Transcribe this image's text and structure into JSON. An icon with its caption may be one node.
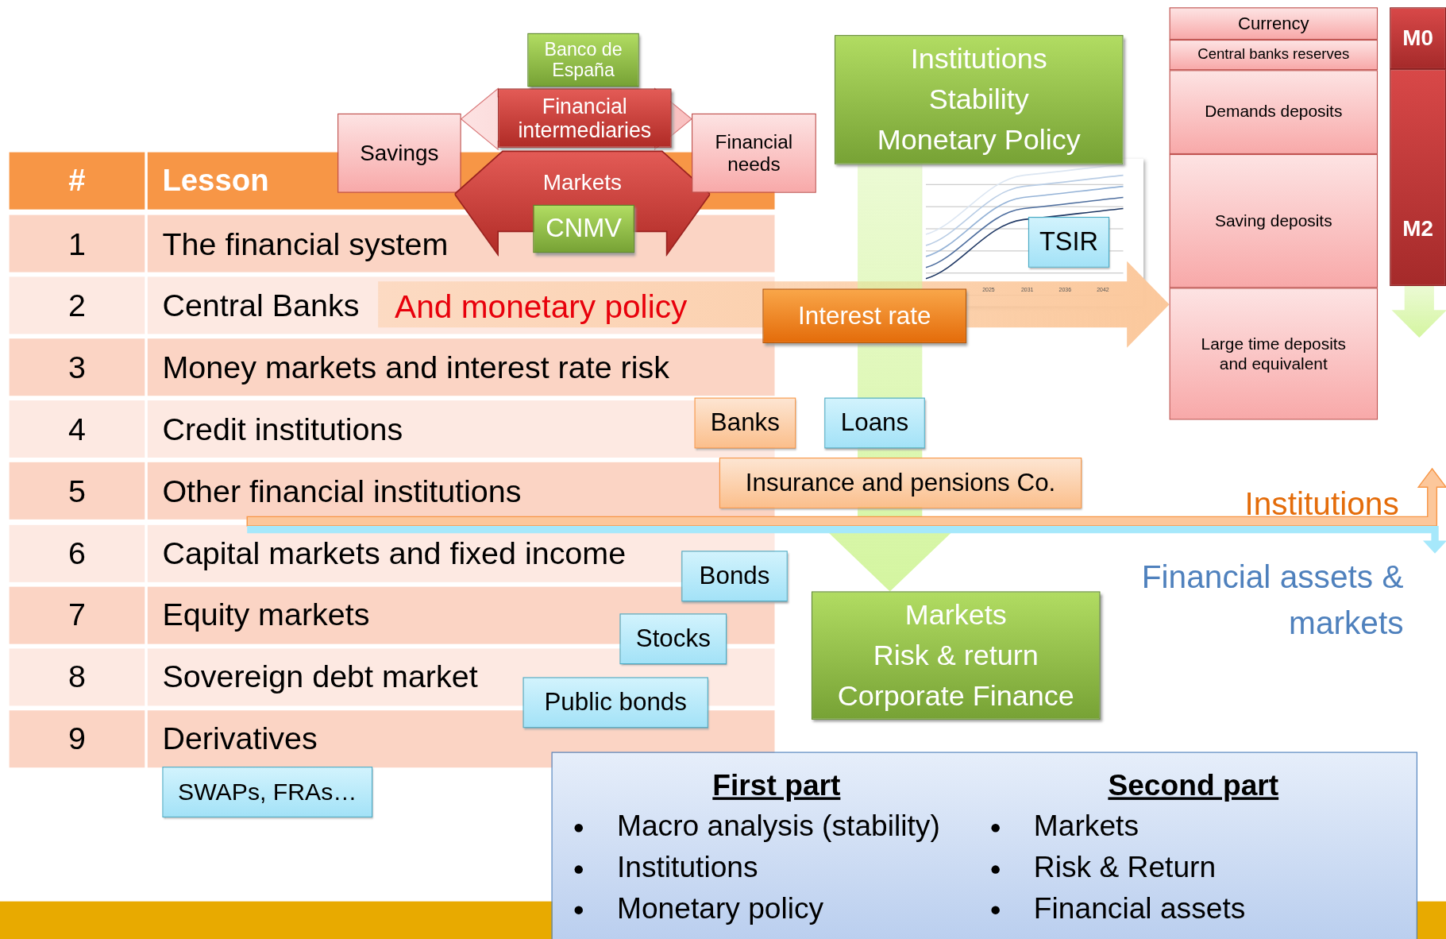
{
  "diagram": {
    "nodes": [
      {
        "text": [
          "Savings"
        ]
      },
      {
        "text": [
          "Banco de España"
        ]
      },
      {
        "text": [
          "Financial intermediaries"
        ]
      },
      {
        "text": [
          "Markets"
        ]
      },
      {
        "text": [
          "CNMV"
        ],
        "in": 3
      },
      {
        "text": [
          "Financial needs"
        ]
      },
      {
        "text": [
          "Institutions",
          "Stability",
          "Monetary Policy"
        ]
      },
      {
        "text": [
          "TSIR"
        ]
      },
      {
        "text": [
          "Interest rate"
        ]
      },
      {
        "text": [
          "Banks"
        ]
      },
      {
        "text": [
          "Loans"
        ]
      },
      {
        "text": [
          "Insurance and pensions Co."
        ]
      },
      {
        "text": [
          "Bonds"
        ]
      },
      {
        "text": [
          "Stocks"
        ]
      },
      {
        "text": [
          "Public bonds"
        ]
      },
      {
        "text": [
          "SWAPs, FRAs…"
        ]
      },
      {
        "text": [
          "Markets",
          "Risk & return",
          "Corporate Finance"
        ]
      },
      {
        "text": [
          "Currency"
        ]
      },
      {
        "text": [
          "Central banks reserves"
        ]
      },
      {
        "text": [
          "Demands deposits"
        ]
      },
      {
        "text": [
          "Saving deposits"
        ]
      },
      {
        "text": [
          "Large time deposits and equivalent"
        ]
      },
      {
        "text": [
          "M0"
        ]
      },
      {
        "text": [
          "M2"
        ]
      },
      {
        "text": [
          "First part",
          "Macro analysis (stability)",
          "Institutions",
          "Monetary policy",
          "Second part",
          "Markets",
          "Risk & Return",
          "Financial assets"
        ]
      },
      {
        "text": [
          "Institutions"
        ]
      },
      {
        "text": [
          "Financial assets & markets"
        ]
      }
    ],
    "edges": [
      {
        "from": 0,
        "to": 5,
        "arrow": "both",
        "style": "thick",
        "color": "#f9c0c0"
      },
      {
        "from": null,
        "to": 21,
        "arrow": "to",
        "style": "thick",
        "color": "#fbc89c"
      },
      {
        "from": 6,
        "to": 16,
        "arrow": "to",
        "style": "thick",
        "color": "#d4f5a0"
      },
      {
        "from": 23,
        "to": null,
        "arrow": "to",
        "style": "thick",
        "color": "#d4f5a0"
      },
      {
        "from": null,
        "to": 25,
        "arrow": "to",
        "style": "thick",
        "color": "#fcc79b"
      },
      {
        "from": null,
        "to": 26,
        "arrow": "to",
        "style": "thick",
        "color": "#a6e8fb"
      }
    ],
    "labels": [
      "#",
      "Lesson",
      "1",
      "The financial system",
      "2",
      "Central Banks",
      "3",
      "Money markets and interest rate risk",
      "4",
      "Credit institutions",
      "5",
      "Other financial institutions",
      "6",
      "Capital markets and fixed income",
      "7",
      "Equity markets",
      "8",
      "Sovereign debt market",
      "9",
      "Derivatives",
      "And monetary policy",
      "2025",
      "2031",
      "2036",
      "2042"
    ]
  }
}
